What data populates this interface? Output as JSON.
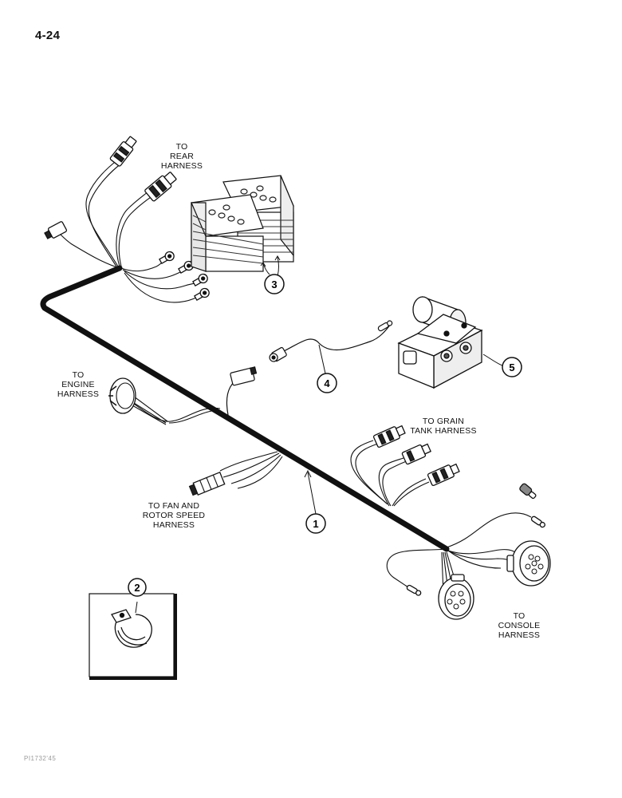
{
  "page_number": "4-24",
  "labels": {
    "rear_harness": [
      "TO",
      "REAR",
      "HARNESS"
    ],
    "engine_harness": [
      "TO",
      "ENGINE",
      "HARNESS"
    ],
    "grain_tank_harness": [
      "TO GRAIN",
      "TANK HARNESS"
    ],
    "fan_rotor_harness": [
      "TO FAN AND",
      "ROTOR SPEED",
      "HARNESS"
    ],
    "console_harness": [
      "TO",
      "CONSOLE",
      "HARNESS"
    ]
  },
  "callouts": {
    "c1": "1",
    "c2": "2",
    "c3": "3",
    "c4": "4",
    "c5": "5"
  },
  "footer_code": "PI1732'45",
  "colors": {
    "ink": "#111111",
    "paper": "#ffffff",
    "shade": "#bdbdbd"
  }
}
